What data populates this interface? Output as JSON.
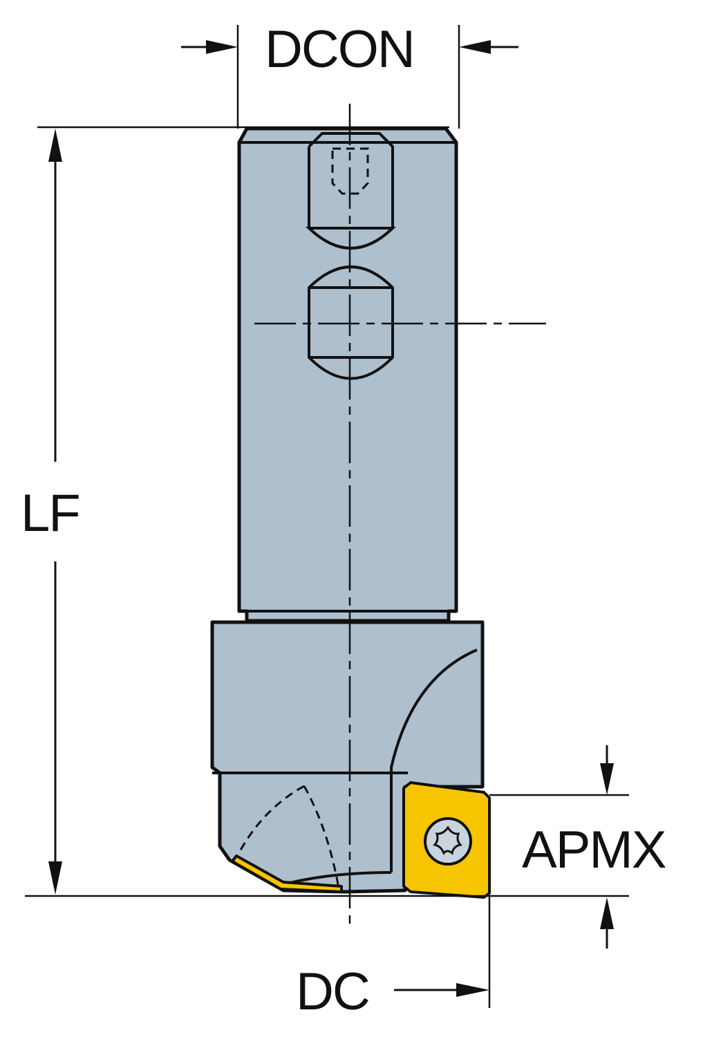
{
  "labels": {
    "dcon": "DCON",
    "lf": "LF",
    "apmx": "APMX",
    "dc": "DC"
  },
  "colors": {
    "body": "#aebfcd",
    "insert": "#f7c400",
    "line": "#111111"
  }
}
